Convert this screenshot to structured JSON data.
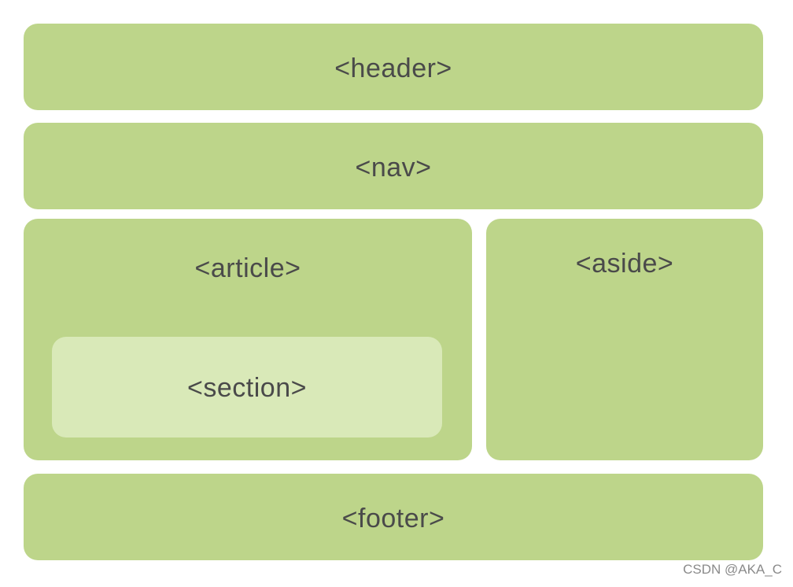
{
  "diagram": {
    "header": {
      "label": "<header>"
    },
    "nav": {
      "label": "<nav>"
    },
    "article": {
      "label": "<article>"
    },
    "section": {
      "label": "<section>"
    },
    "aside": {
      "label": "<aside>"
    },
    "footer": {
      "label": "<footer>"
    }
  },
  "watermark": "CSDN @AKA_C",
  "colors": {
    "block_fill": "#bdd58a",
    "section_fill": "#d9e9b8",
    "label_text": "#4a4a4a",
    "background": "#ffffff"
  }
}
